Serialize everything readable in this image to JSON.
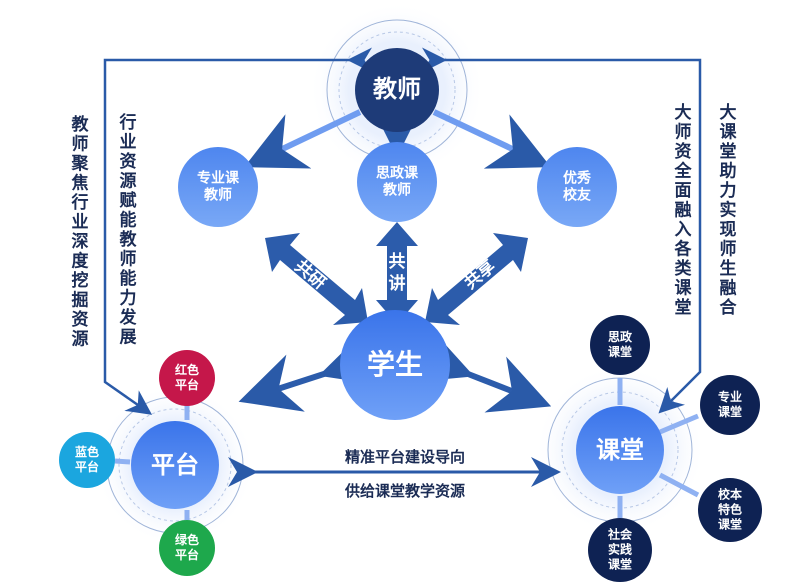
{
  "nodes": {
    "teacher": "教师",
    "student": "学生",
    "platform": "平台",
    "classroom": "课堂",
    "teacher_sub": [
      [
        "专业课",
        "教师"
      ],
      [
        "思政课",
        "教师"
      ],
      [
        "优秀",
        "校友"
      ]
    ],
    "platform_sub": [
      [
        "红色",
        "平台"
      ],
      [
        "蓝色",
        "平台"
      ],
      [
        "绿色",
        "平台"
      ]
    ],
    "classroom_sub": [
      [
        "思政",
        "课堂"
      ],
      [
        "专业",
        "课堂"
      ],
      [
        "校本",
        "特色",
        "课堂"
      ],
      [
        "社会",
        "实践",
        "课堂"
      ]
    ]
  },
  "arrows": {
    "co_research": "共研",
    "co_teach": "共讲",
    "co_share": "共享"
  },
  "side_labels": {
    "left_outer": "教师聚焦行业深度挖掘资源",
    "left_inner": "行业资源赋能教师能力发展",
    "right_inner": "大师资全面融入各类课堂",
    "right_outer": "大课堂助力实现师生融合"
  },
  "center_link": {
    "top": "精准平台建设导向",
    "bottom": "供给课堂教学资源"
  },
  "colors": {
    "navy": "#1e3b78",
    "blue": "#3f7ff0",
    "light_blue": "#5d93f2",
    "red": "#c5174a",
    "cyan": "#1ba6df",
    "green": "#1ea84c",
    "dark_navy": "#0e2253",
    "arrow": "#2a5aa8"
  }
}
